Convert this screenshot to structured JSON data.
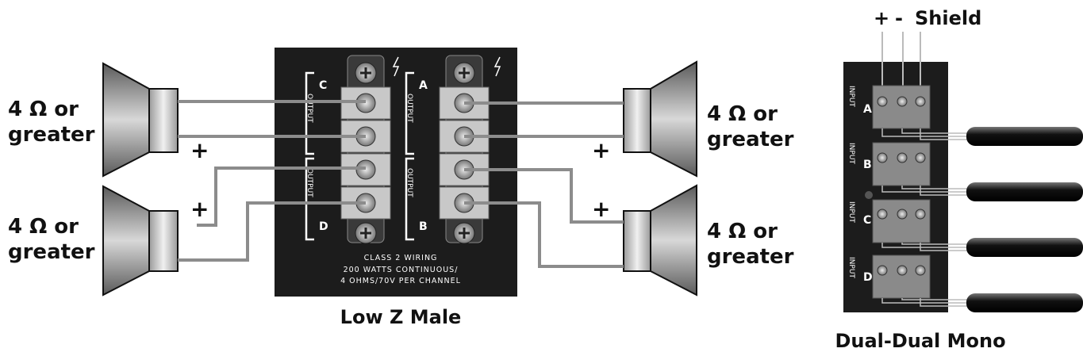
{
  "speaker_labels": {
    "top_left": {
      "line1": "4 Ω or",
      "line2": "greater"
    },
    "bottom_left": {
      "line1": "4 Ω or",
      "line2": "greater"
    },
    "top_right": {
      "line1": "4 Ω or",
      "line2": "greater"
    },
    "bottom_right": {
      "line1": "4 Ω or",
      "line2": "greater"
    }
  },
  "plus_sign": "+",
  "low_z": {
    "caption": "Low Z Male",
    "channel_c": "C",
    "channel_d": "D",
    "channel_a": "A",
    "channel_b": "B",
    "output_word": "OUTPUT",
    "text_line1": "CLASS 2 WIRING",
    "text_line2": "200 WATTS CONTINUOUS/",
    "text_line3": "4 OHMS/70V PER CHANNEL"
  },
  "dual": {
    "caption": "Dual-Dual Mono",
    "header_plus": "+",
    "header_minus": "-",
    "header_shield": "Shield",
    "input_word": "INPUT",
    "channels": [
      "A",
      "B",
      "C",
      "D"
    ]
  },
  "colors": {
    "panel": "#1c1c1c",
    "wire": "#8c8c8c",
    "connector": "#8a8a8a"
  }
}
